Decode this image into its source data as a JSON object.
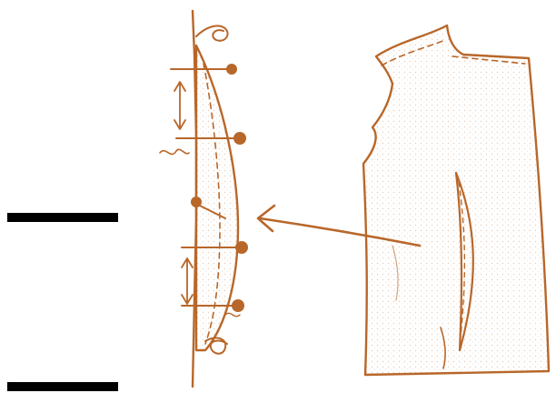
{
  "colors": {
    "ink": "#b8672a",
    "ink_light": "#d9a17a",
    "bar": "#000000",
    "background": "#ffffff"
  },
  "figure": {
    "left_panel": "pinned-dart-detail",
    "right_panel": "bodice-pattern-piece-with-dart",
    "connector": "arrow-pointing-left"
  }
}
